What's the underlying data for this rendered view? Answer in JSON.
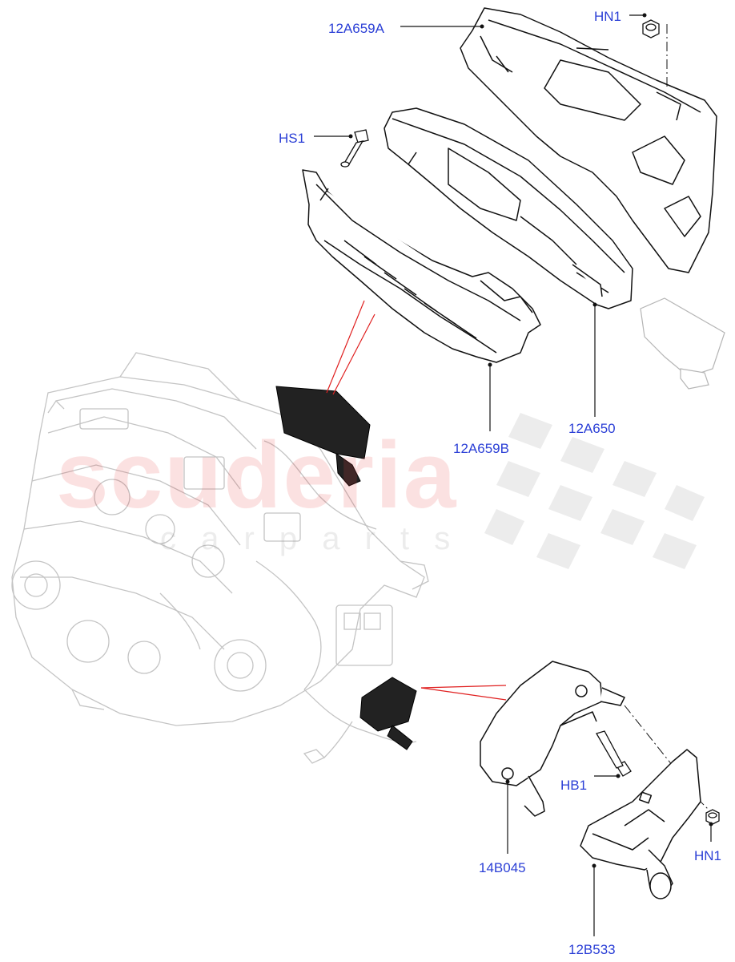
{
  "diagram": {
    "callouts": {
      "c_12a659a": "12A659A",
      "c_hn1_top": "HN1",
      "c_hs1": "HS1",
      "c_12a659b": "12A659B",
      "c_12a650": "12A650",
      "c_hb1": "HB1",
      "c_hn1_bottom": "HN1",
      "c_14b045": "14B045",
      "c_12b533": "12B533"
    },
    "watermark": {
      "brand": "scuderia",
      "sub": "c a r   p a r t s"
    },
    "colors": {
      "callout_text": "#2b3fd6",
      "line_art": "#111111",
      "faded_art": "#c4c4c4",
      "pointer": "#e02020",
      "watermark": "#f2b8b8"
    }
  }
}
